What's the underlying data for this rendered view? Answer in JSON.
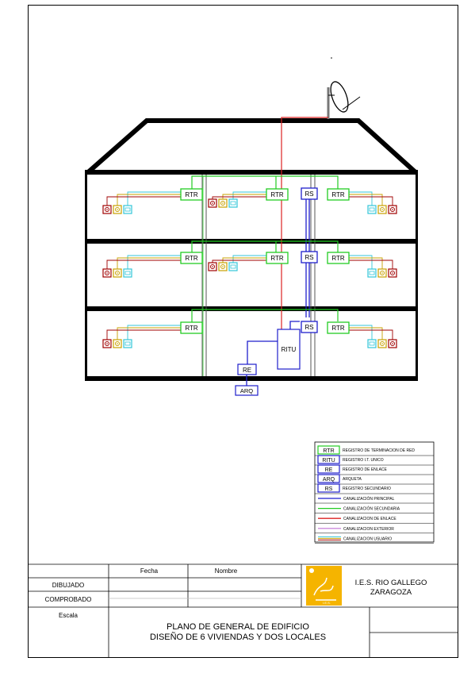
{
  "diagram": {
    "labels": {
      "rtr": "RTR",
      "rs": "RS",
      "ritu": "RITU",
      "re": "RE",
      "arq": "ARQ"
    }
  },
  "legend": {
    "boxes": [
      {
        "code": "RTR",
        "text": "REGISTRO DE TERMINACION DE RED"
      },
      {
        "code": "RITU",
        "text": "REGISTRO I.T. UNICO"
      },
      {
        "code": "RE",
        "text": "REGISTRO DE ENLACE"
      },
      {
        "code": "ARQ",
        "text": "ARQUETA"
      },
      {
        "code": "RS",
        "text": "REGISTRO SECUNDARIO"
      }
    ],
    "lines": [
      {
        "text": "CANALIZACIÓN PRINCIPAL",
        "color": "#1f1fcc"
      },
      {
        "text": "CANALIZACIÓN SECUNDARIA",
        "color": "#22cc22"
      },
      {
        "text": "CANALIZACION DE ENLACE",
        "color": "#dd2222"
      },
      {
        "text": "CANALIZACION EXTERIOR",
        "color": "#cc88dd"
      },
      {
        "text": "CANALIZACION USUARIO",
        "colors": [
          "#33c6d8",
          "#c8a000",
          "#a00000"
        ]
      }
    ]
  },
  "title_block": {
    "fecha": "Fecha",
    "nombre": "Nombre",
    "dibujado": "DIBUJADO",
    "comprobado": "COMPROBADO",
    "escala": "Escala",
    "school_line1": "I.E.S. RIO GALLEGO",
    "school_line2": "ZARAGOZA",
    "title_line1": "PLANO DE GENERAL DE EDIFICIO",
    "title_line2": "DISEÑO DE 6 VIVIENDAS Y DOS LOCALES",
    "logo_text": "I.E.S."
  },
  "colors": {
    "principal": "#1f1fcc",
    "secundaria": "#22cc22",
    "enlace": "#dd2222",
    "usuario_cyan": "#33c6d8",
    "usuario_gold": "#c8a000",
    "usuario_red": "#a00000",
    "logo": "#f5b400"
  }
}
